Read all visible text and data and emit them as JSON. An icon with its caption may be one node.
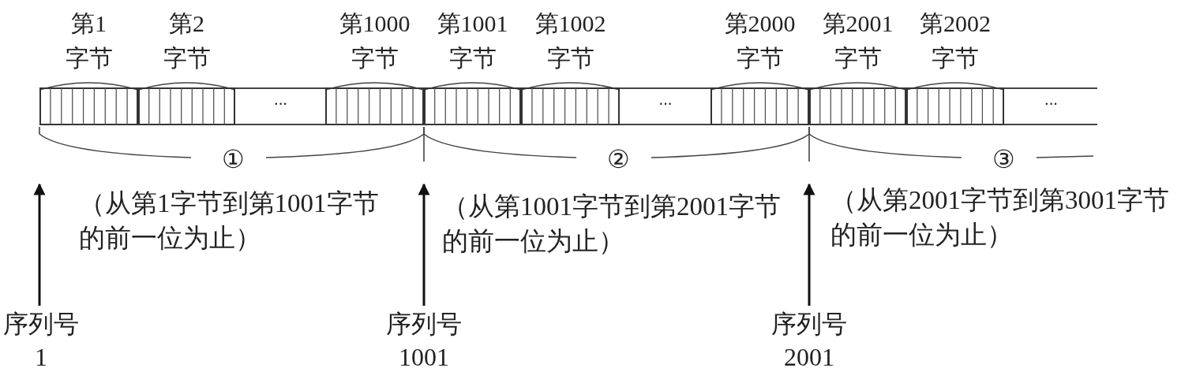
{
  "diagram": {
    "nodes": [
      {
        "text": [
          "第1",
          "字节"
        ]
      },
      {
        "text": [
          "第2",
          "字节"
        ]
      },
      {
        "text": [
          "···"
        ]
      },
      {
        "text": [
          "第1000",
          "字节"
        ]
      },
      {
        "text": [
          "第1001",
          "字节"
        ]
      },
      {
        "text": [
          "第1002",
          "字节"
        ]
      },
      {
        "text": [
          "···"
        ]
      },
      {
        "text": [
          "第2000",
          "字节"
        ]
      },
      {
        "text": [
          "第2001",
          "字节"
        ]
      },
      {
        "text": [
          "第2002",
          "字节"
        ]
      },
      {
        "text": [
          "···"
        ]
      },
      {
        "text": [
          "序列号",
          "1"
        ]
      },
      {
        "text": [
          "序列号",
          "1001"
        ]
      },
      {
        "text": [
          "序列号",
          "2001"
        ]
      }
    ],
    "edges": [
      {
        "from": 11,
        "to": null,
        "arrow": "to"
      },
      {
        "from": 12,
        "to": null,
        "arrow": "to"
      },
      {
        "from": 13,
        "to": null,
        "arrow": "to"
      }
    ],
    "labels": [
      "①",
      "（从第1字节到第1001字节的前一位为止）",
      "②",
      "（从第1001字节到第2001字节的前一位为止）",
      "③",
      "（从第2001字节到第3001字节的前一位为止）"
    ]
  }
}
